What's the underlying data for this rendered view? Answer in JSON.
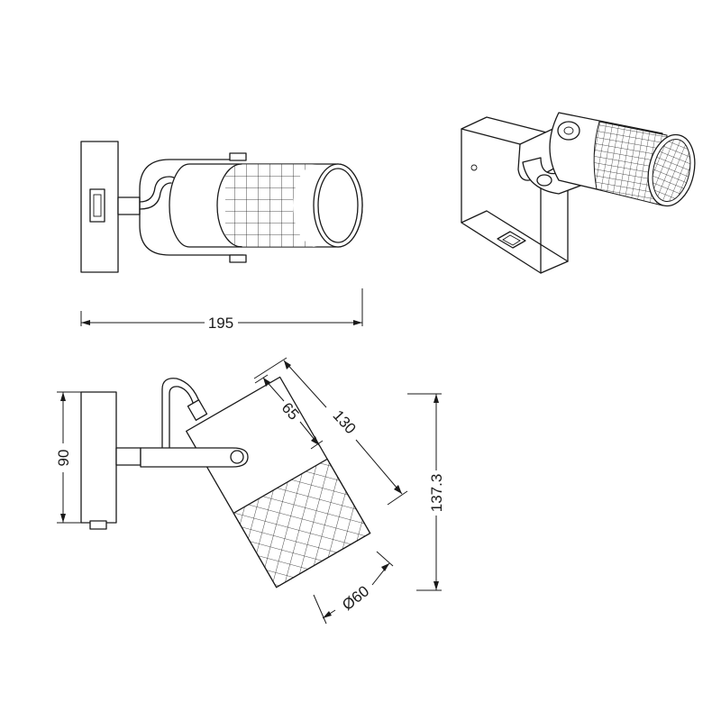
{
  "drawing": {
    "dimensions": {
      "width_top": "195",
      "height_wall": "90",
      "depth_total": "137.3",
      "shade_length": "130",
      "mesh_length": "65",
      "diameter": "Ø60"
    }
  }
}
